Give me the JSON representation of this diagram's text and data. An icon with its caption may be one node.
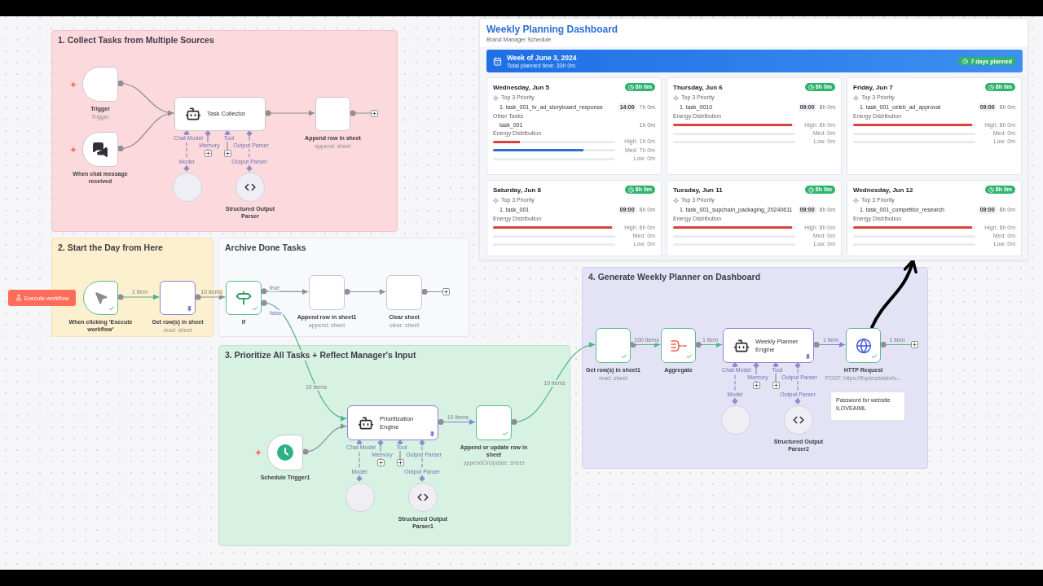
{
  "diagram": {
    "nodes": [
      {
        "text": [
          "1. Collect Tasks from Multiple Sources"
        ]
      },
      {
        "text": [
          "Trigger",
          "Trigger"
        ],
        "in": 0
      },
      {
        "text": [
          "When chat message received"
        ],
        "in": 0
      },
      {
        "text": [
          "Task Collector"
        ],
        "in": 0,
        "beside": [
          "Chat Model",
          "Memory",
          "Tool",
          "Output Parser"
        ]
      },
      {
        "text": [
          "Append row in sheet",
          "append: sheet"
        ],
        "in": 0
      },
      {
        "text": [],
        "shape": "circle",
        "in": 0
      },
      {
        "text": [
          "Structured Output Parser"
        ],
        "in": 0
      },
      {
        "text": [
          "2. Start the Day from Here"
        ]
      },
      {
        "text": [
          "When clicking ‘Execute workflow’"
        ],
        "in": 7
      },
      {
        "text": [
          "Get row(s) in sheet",
          "read: sheet"
        ],
        "in": 7
      },
      {
        "text": [
          "Execute workflow"
        ]
      },
      {
        "text": [
          "Archive Done Tasks"
        ]
      },
      {
        "text": [
          "If"
        ],
        "in": 11,
        "beside": [
          "true",
          "false"
        ]
      },
      {
        "text": [
          "Append row in sheet1",
          "append: sheet"
        ],
        "in": 11
      },
      {
        "text": [
          "Clear sheet",
          "clear: sheet"
        ],
        "in": 11
      },
      {
        "text": [
          "3. Prioritize All Tasks + Reflect Manager's Input"
        ]
      },
      {
        "text": [
          "Schedule Trigger1"
        ],
        "in": 15
      },
      {
        "text": [
          "Prioritization Engine"
        ],
        "in": 15,
        "beside": [
          "Chat Model",
          "Memory",
          "Tool",
          "Output Parser"
        ]
      },
      {
        "text": [
          "Append or update row in sheet",
          "appendOrUpdate: sheet"
        ],
        "in": 15
      },
      {
        "text": [],
        "shape": "circle",
        "in": 15
      },
      {
        "text": [
          "Structured Output Parser1"
        ],
        "in": 15
      },
      {
        "text": [
          "4. Generate Weekly Planner on Dashboard"
        ]
      },
      {
        "text": [
          "Get row(s) in sheet1",
          "read: sheet"
        ],
        "in": 21
      },
      {
        "text": [
          "Aggregate"
        ],
        "in": 21
      },
      {
        "text": [
          "Weekly Planner Engine"
        ],
        "in": 21,
        "beside": [
          "Chat Model",
          "Memory",
          "Tool",
          "Output Parser"
        ]
      },
      {
        "text": [
          "HTTP Request",
          "POST: https://fhydmzidskvfu..."
        ],
        "in": 21
      },
      {
        "text": [
          "Password for website",
          "ILOVEAIML"
        ],
        "in": 21
      },
      {
        "text": [],
        "shape": "circle",
        "in": 21
      },
      {
        "text": [
          "Structured Output Parser2"
        ],
        "in": 21
      },
      {
        "text": [
          "Weekly Planning Dashboard",
          "Brand Manager Schedule"
        ]
      },
      {
        "text": [
          "Week of June 3, 2024",
          "Total planned time: 33h 0m",
          "7 days planned"
        ],
        "in": 29
      },
      {
        "text": [
          "Wednesday, Jun 5",
          "8h 0m",
          "Top 3 Priority",
          "1. task_001_tv_ad_storyboard_response",
          "14:00",
          "7h 0m",
          "Other Tasks",
          "task_001",
          "1h 0m",
          "Energy Distribution",
          "High: 1h 0m",
          "Med: 7h 0m",
          "Low: 0m"
        ],
        "in": 29
      },
      {
        "text": [
          "Thursday, Jun 6",
          "8h 0m",
          "Top 3 Priority",
          "1. task_0010",
          "09:00",
          "8h 0m",
          "Energy Distribution",
          "High: 8h 0m",
          "Med: 0m",
          "Low: 0m"
        ],
        "in": 29
      },
      {
        "text": [
          "Friday, Jun 7",
          "8h 0m",
          "Top 3 Priority",
          "1. task_001_celeb_ad_approval",
          "09:00",
          "8h 0m",
          "Energy Distribution",
          "High: 8h 0m",
          "Med: 0m",
          "Low: 0m"
        ],
        "in": 29
      },
      {
        "text": [
          "Saturday, Jun 8",
          "8h 0m",
          "Top 3 Priority",
          "1. task_001",
          "09:00",
          "8h 0m",
          "Energy Distribution",
          "High: 8h 0m",
          "Med: 0m",
          "Low: 0m"
        ],
        "in": 29
      },
      {
        "text": [
          "Tuesday, Jun 11",
          "8h 0m",
          "Top 3 Priority",
          "1. task_001_supchain_packaging_20240611",
          "09:00",
          "8h 0m",
          "Energy Distribution",
          "High: 8h 0m",
          "Med: 0m",
          "Low: 0m"
        ],
        "in": 29
      },
      {
        "text": [
          "Wednesday, Jun 12",
          "8h 0m",
          "Top 3 Priority",
          "1. task_001_competitor_research",
          "09:00",
          "8h 0m",
          "Energy Distribution",
          "High: 8h 0m",
          "Med: 0m",
          "Low: 0m"
        ],
        "in": 29
      }
    ],
    "edges": [
      {
        "from": 1,
        "to": 3,
        "arrow": "to"
      },
      {
        "from": 2,
        "to": 3,
        "arrow": "to"
      },
      {
        "from": 3,
        "to": 4,
        "arrow": "to"
      },
      {
        "from": 4,
        "to": null,
        "arrow": "other"
      },
      {
        "from": 5,
        "to": 3,
        "arrow": "other",
        "label": "Model",
        "style": "dashed",
        "color": "#8c8fc9"
      },
      {
        "from": 6,
        "to": 3,
        "arrow": "other",
        "label": "Output Parser",
        "style": "dashed",
        "color": "#8c8fc9"
      },
      {
        "from": 3,
        "to": null,
        "arrow": "other"
      },
      {
        "from": 3,
        "to": null,
        "arrow": "other"
      },
      {
        "from": 8,
        "to": 9,
        "arrow": "to",
        "label": "1 item",
        "color": "#4fb483"
      },
      {
        "from": 9,
        "to": 12,
        "arrow": "to",
        "label": "10 items"
      },
      {
        "from": 12,
        "to": 13,
        "arrow": "to"
      },
      {
        "from": 13,
        "to": 14,
        "arrow": "to"
      },
      {
        "from": 14,
        "to": null,
        "arrow": "other"
      },
      {
        "from": 12,
        "to": 17,
        "arrow": "to",
        "label": "10 items",
        "color": "#4fb483"
      },
      {
        "from": 16,
        "to": 17,
        "arrow": "to"
      },
      {
        "from": 17,
        "to": 18,
        "arrow": "to",
        "label": "10 items",
        "color": "#7d82d6"
      },
      {
        "from": 19,
        "to": 17,
        "arrow": "other",
        "label": "Model",
        "style": "dashed",
        "color": "#8c8fc9"
      },
      {
        "from": 20,
        "to": 17,
        "arrow": "other",
        "label": "Output Parser",
        "style": "dashed",
        "color": "#8c8fc9"
      },
      {
        "from": 17,
        "to": null,
        "arrow": "other"
      },
      {
        "from": 17,
        "to": null,
        "arrow": "other"
      },
      {
        "from": 18,
        "to": 22,
        "arrow": "to",
        "label": "10 items",
        "color": "#4fb483"
      },
      {
        "from": 22,
        "to": 23,
        "arrow": "to",
        "label": "100 items",
        "color": "#4fb483"
      },
      {
        "from": 23,
        "to": 24,
        "arrow": "to",
        "label": "1 item",
        "color": "#4fb483"
      },
      {
        "from": 24,
        "to": 25,
        "arrow": "to",
        "label": "1 item",
        "color": "#7d82d6"
      },
      {
        "from": 25,
        "to": null,
        "arrow": "other",
        "label": "1 item",
        "color": "#4fb483"
      },
      {
        "from": 27,
        "to": 24,
        "arrow": "other",
        "label": "Model",
        "style": "dashed",
        "color": "#8c8fc9"
      },
      {
        "from": 28,
        "to": 24,
        "arrow": "other",
        "label": "Output Parser",
        "style": "dashed",
        "color": "#8c8fc9"
      },
      {
        "from": 24,
        "to": null,
        "arrow": "other"
      },
      {
        "from": 24,
        "to": null,
        "arrow": "other"
      },
      {
        "from": 25,
        "to": 29,
        "arrow": "to",
        "style": "thick",
        "color": "#000000"
      }
    ]
  }
}
